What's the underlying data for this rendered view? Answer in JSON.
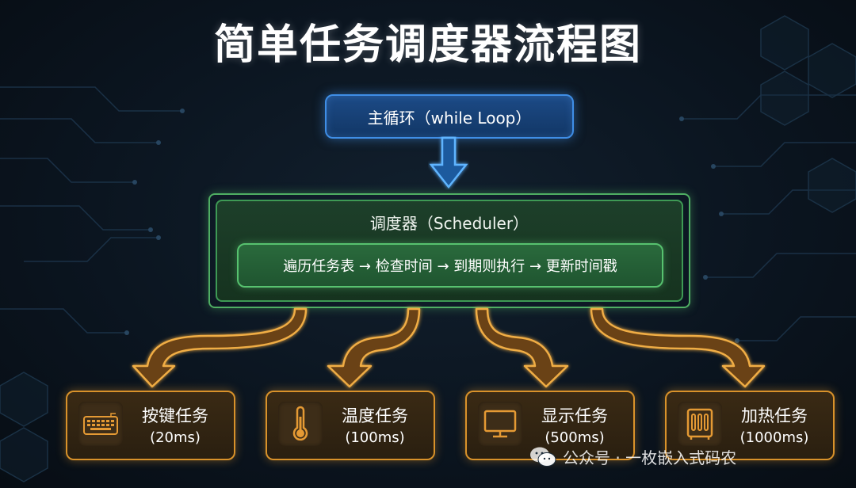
{
  "title": "简单任务调度器流程图",
  "main_loop": {
    "label": "主循环（while Loop）"
  },
  "scheduler": {
    "title": "调度器（Scheduler）",
    "process": "遍历任务表 → 检查时间 → 到期则执行 → 更新时间戳"
  },
  "tasks": [
    {
      "name": "按键任务",
      "period": "(20ms)",
      "icon": "keyboard-icon"
    },
    {
      "name": "温度任务",
      "period": "(100ms)",
      "icon": "thermometer-icon"
    },
    {
      "name": "显示任务",
      "period": "(500ms)",
      "icon": "monitor-icon"
    },
    {
      "name": "加热任务",
      "period": "(1000ms)",
      "icon": "heater-icon"
    }
  ],
  "watermark": {
    "text": "公众号 · 一枚嵌入式码农",
    "icon": "wechat-icon"
  },
  "colors": {
    "main_loop": "#3f8ee6",
    "scheduler": "#4fae63",
    "task": "#d9922a",
    "arrow_blue": "#4aa8ff",
    "arrow_orange": "#e0a03a"
  }
}
